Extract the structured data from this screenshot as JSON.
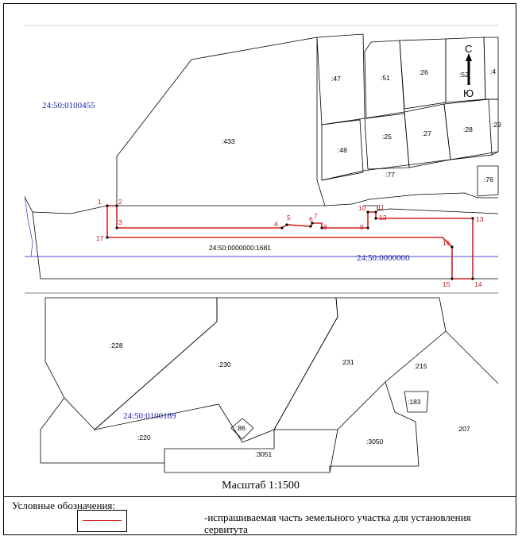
{
  "map": {
    "quarter_labels": {
      "north": "24:50:0100455",
      "south": "24:50:0100189",
      "road": "24:50:0000000"
    },
    "road_parcel_label": "24:50:0000000:1681",
    "compass": {
      "north": "С",
      "south": "Ю"
    },
    "parcels": [
      {
        "id": "p433",
        "label": ":433"
      },
      {
        "id": "p47",
        "label": ":47"
      },
      {
        "id": "p51",
        "label": ":51"
      },
      {
        "id": "p26",
        "label": ":26"
      },
      {
        "id": "p52",
        "label": ":52"
      },
      {
        "id": "p4",
        "label": ":4"
      },
      {
        "id": "p48",
        "label": ":48"
      },
      {
        "id": "p25",
        "label": ":25"
      },
      {
        "id": "p27",
        "label": ":27"
      },
      {
        "id": "p28",
        "label": ":28"
      },
      {
        "id": "p29",
        "label": ":29"
      },
      {
        "id": "p77",
        "label": ":77"
      },
      {
        "id": "p76",
        "label": ":76"
      },
      {
        "id": "p228",
        "label": ":228"
      },
      {
        "id": "p230",
        "label": ":230"
      },
      {
        "id": "p231",
        "label": ":231"
      },
      {
        "id": "p215",
        "label": ":215"
      },
      {
        "id": "p183",
        "label": ":183"
      },
      {
        "id": "p207",
        "label": ":207"
      },
      {
        "id": "p86",
        "label": ":86"
      },
      {
        "id": "p220",
        "label": ":220"
      },
      {
        "id": "p3051",
        "label": ":3051"
      },
      {
        "id": "p3050",
        "label": ":3050"
      }
    ],
    "points": [
      "1",
      "2",
      "3",
      "4",
      "5",
      "6",
      "7",
      "8",
      "9",
      "10",
      "11",
      "12",
      "13",
      "14",
      "15",
      "16",
      "17"
    ],
    "colors": {
      "servitude": "#d62020",
      "quarter_text": "#1a1aa8",
      "boundary": "#000000"
    }
  },
  "scale_text": "Масштаб 1:1500",
  "legend": {
    "title": "Условные обозначения:",
    "item_text": "-испрашиваемая часть земельного участка для установления сервитута"
  }
}
